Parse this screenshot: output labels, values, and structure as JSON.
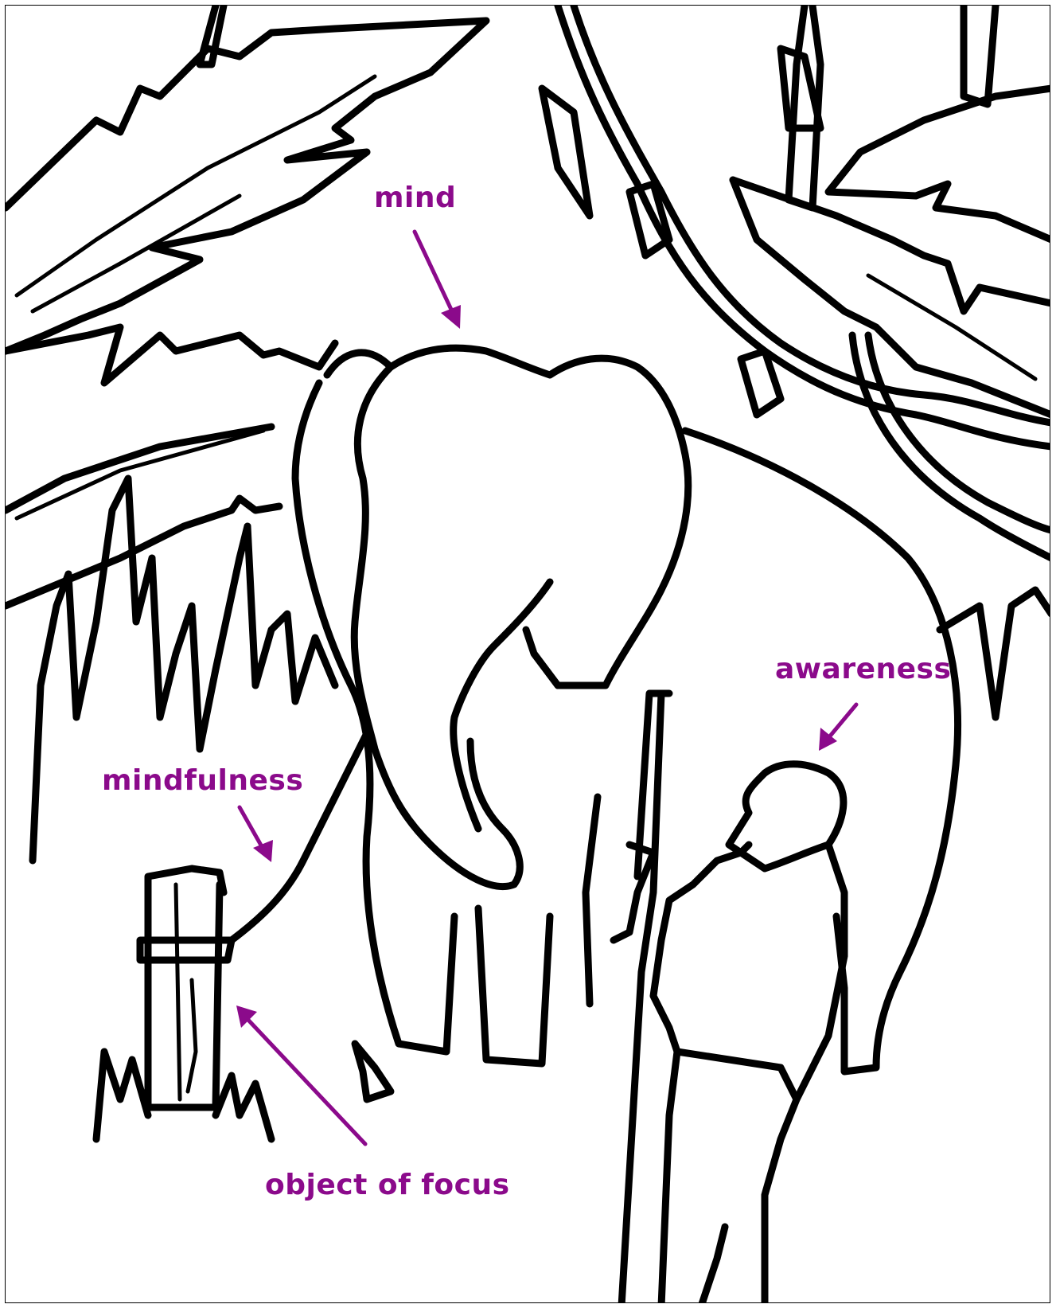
{
  "labels": {
    "mind": "mind",
    "awareness": "awareness",
    "mindfulness": "mindfulness",
    "object_of_focus": "object of focus"
  },
  "colors": {
    "label": "#8b0a8b",
    "line": "#000000",
    "background": "#ffffff"
  }
}
